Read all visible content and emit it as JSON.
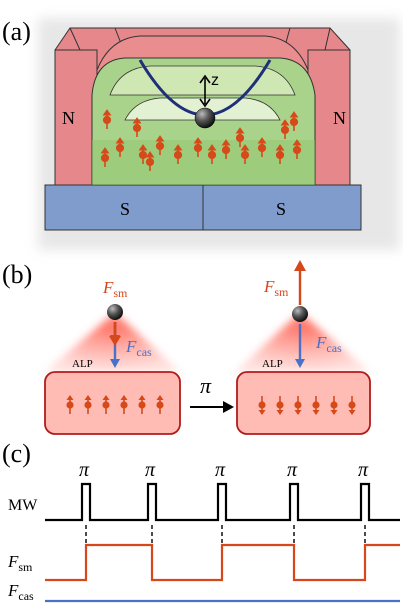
{
  "panel_a": {
    "label": "(a)",
    "magnet_left": "N",
    "magnet_right": "N",
    "magnet_bottom_left": "S",
    "magnet_bottom_right": "S",
    "axis_label": "z",
    "colors": {
      "magnet_red": "#e5878b",
      "magnet_blue": "#7f9ccc",
      "green_light": "#cfe8b3",
      "green_mid": "#a9d38a",
      "spin": "#d64a1a",
      "trap": "#1f2f7a"
    }
  },
  "panel_b": {
    "label": "(b)",
    "f_sm": "F",
    "f_sm_sub": "sm",
    "f_cas": "F",
    "f_cas_sub": "cas",
    "alp_left": "ALP",
    "alp_right": "ALP",
    "pi": "π",
    "colors": {
      "f_sm": "#d6471b",
      "f_cas": "#4a70c8",
      "box_border": "#b01c1c"
    }
  },
  "panel_c": {
    "label": "(c)",
    "pulse_label": "π",
    "pulse_count": 5,
    "rows": [
      {
        "main": "MW",
        "sub": ""
      },
      {
        "main": "F",
        "sub": "sm"
      },
      {
        "main": "F",
        "sub": "cas"
      }
    ],
    "colors": {
      "mw": "#000000",
      "f_sm": "#d6471b",
      "f_cas": "#4a70c8"
    }
  }
}
